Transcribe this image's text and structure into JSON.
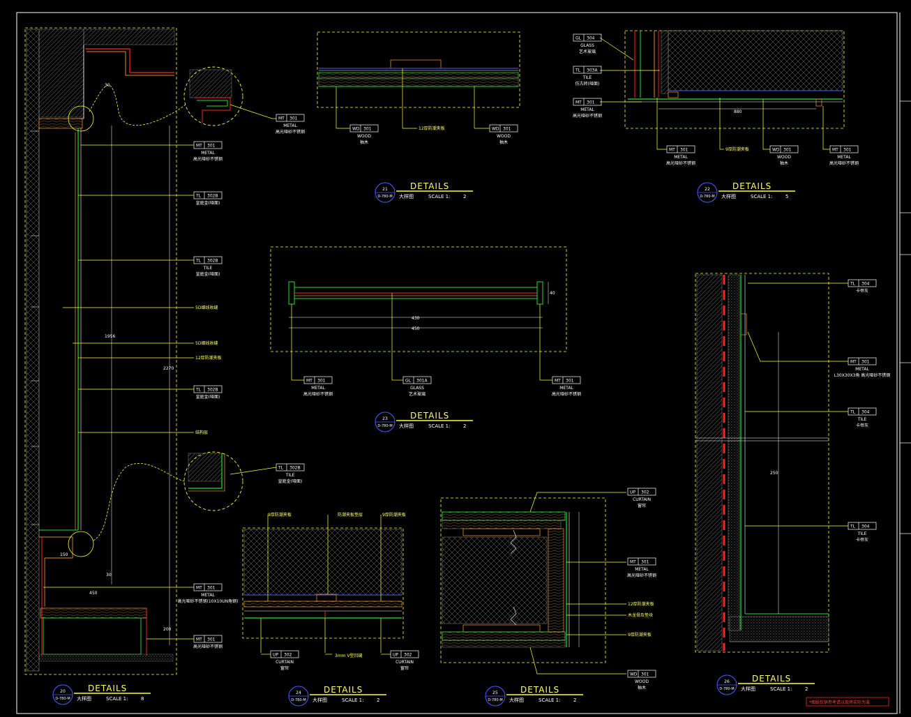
{
  "colors": {
    "background": "#000000",
    "frame": "#ffffff",
    "leader": "#ffff33",
    "green": "#22dd33",
    "red": "#ff2222",
    "orange": "#e08a2a",
    "blue": "#4a5cff",
    "hatch": "#6a5a3a"
  },
  "details": [
    {
      "id": "20",
      "ref": "D-780-M",
      "title": "DETAILS",
      "name": "大样图",
      "scale_label": "SCALE 1:",
      "scale": "8"
    },
    {
      "id": "21",
      "ref": "D-780-M",
      "title": "DETAILS",
      "name": "大样图",
      "scale_label": "SCALE 1:",
      "scale": "2"
    },
    {
      "id": "22",
      "ref": "D-780-M",
      "title": "DETAILS",
      "name": "大样图",
      "scale_label": "SCALE 1:",
      "scale": "5"
    },
    {
      "id": "23",
      "ref": "D-780-M",
      "title": "DETAILS",
      "name": "大样图",
      "scale_label": "SCALE 1:",
      "scale": "2"
    },
    {
      "id": "24",
      "ref": "D-780-M",
      "title": "DETAILS",
      "name": "大样图",
      "scale_label": "SCALE 1:",
      "scale": "2"
    },
    {
      "id": "25",
      "ref": "D-780-M",
      "title": "DETAILS",
      "name": "大样图",
      "scale_label": "SCALE 1:",
      "scale": "2"
    },
    {
      "id": "26",
      "ref": "D-780-M",
      "title": "DETAILS",
      "name": "大样图",
      "scale_label": "SCALE 1:",
      "scale": "2"
    }
  ],
  "tags": [
    {
      "code": "MT",
      "num": "301",
      "l1": "METAL",
      "l2": "高光哑砂不锈钢"
    },
    {
      "code": "MT",
      "num": "301",
      "l1": "METAL",
      "l2": "高光哑砂不锈钢"
    },
    {
      "code": "TL",
      "num": "302B",
      "l1": "",
      "l2": "皇庭金(哑面)"
    },
    {
      "code": "TL",
      "num": "302B",
      "l1": "TILE",
      "l2": "皇庭金(哑面)"
    },
    {
      "code": "TL",
      "num": "302B",
      "l1": "",
      "l2": "皇庭金(哑面)"
    },
    {
      "code": "TL",
      "num": "302B",
      "l1": "TILE",
      "l2": "皇庭金(哑面)"
    },
    {
      "code": "MT",
      "num": "301",
      "l1": "METAL",
      "l2": "高光哑砂不锈钢(10X10UN角钢)"
    },
    {
      "code": "MT",
      "num": "301",
      "l1": "",
      "l2": "高光哑砂不锈钢"
    },
    {
      "code": "WD",
      "num": "301",
      "l1": "WOOD",
      "l2": "柚木"
    },
    {
      "code": "WD",
      "num": "301",
      "l1": "WOOD",
      "l2": "柚木"
    },
    {
      "code": "GL",
      "num": "304",
      "l1": "GLASS",
      "l2": "艺术玻璃"
    },
    {
      "code": "TL",
      "num": "303A",
      "l1": "TILE",
      "l2": "仿古砖(哑面)"
    },
    {
      "code": "MT",
      "num": "301",
      "l1": "METAL",
      "l2": "高光哑砂不锈钢"
    },
    {
      "code": "MT",
      "num": "301",
      "l1": "METAL",
      "l2": "高光哑砂不锈钢"
    },
    {
      "code": "WD",
      "num": "301",
      "l1": "WOOD",
      "l2": "柚木"
    },
    {
      "code": "MT",
      "num": "301",
      "l1": "METAL",
      "l2": "高光哑砂不锈钢"
    },
    {
      "code": "MT",
      "num": "301",
      "l1": "METAL",
      "l2": "高光哑砂不锈钢"
    },
    {
      "code": "GL",
      "num": "301A",
      "l1": "GLASS",
      "l2": "艺术玻璃"
    },
    {
      "code": "MT",
      "num": "301",
      "l1": "METAL",
      "l2": "高光哑砂不锈钢"
    },
    {
      "code": "TL",
      "num": "304",
      "l1": "",
      "l2": "卡帝灰"
    },
    {
      "code": "MT",
      "num": "301",
      "l1": "METAL",
      "l2": "L30X30X3角 高光哑砂不锈钢"
    },
    {
      "code": "TL",
      "num": "304",
      "l1": "TILE",
      "l2": "卡帝灰"
    },
    {
      "code": "TL",
      "num": "304",
      "l1": "TILE",
      "l2": "卡帝灰"
    },
    {
      "code": "UP",
      "num": "302",
      "l1": "CURTAIN",
      "l2": "窗帘"
    },
    {
      "code": "UP",
      "num": "302",
      "l1": "CURTAIN",
      "l2": "窗帘"
    },
    {
      "code": "UP",
      "num": "302",
      "l1": "CURTAIN",
      "l2": "窗帘"
    },
    {
      "code": "MT",
      "num": "301",
      "l1": "METAL",
      "l2": "高光哑砂不锈钢"
    },
    {
      "code": "WD",
      "num": "301",
      "l1": "WOOD",
      "l2": "柚木"
    }
  ],
  "notes": {
    "d20_a": "5D细线收缝",
    "d20_b": "5D细线收缝",
    "d20_c": "12厚防潮夹板",
    "d20_d": "结构层",
    "d21_a": "12厚防潮夹板",
    "d22_a": "9厚防潮夹板",
    "d24_a": "9厚防潮夹板",
    "d24_b": "防潮夹板垫层",
    "d24_c": "9厚防潮夹板",
    "d24_d": "3mm V型凹缝",
    "d25_a": "12厚防潮夹板",
    "d25_b": "木龙骨及垫块",
    "d25_c": "9厚防潮夹板"
  },
  "dims": {
    "d20_150": "150",
    "d20_450": "450",
    "d20_30a": "30",
    "d20_30b": "30",
    "d20_1956": "1956",
    "d20_2270": "2270",
    "d20_200": "200",
    "d22_880": "880",
    "d23_430": "430",
    "d23_450": "450",
    "d23_40": "40",
    "d26_250": "250"
  },
  "footer_note": "*图纸仅供参考请以现场实际为准"
}
